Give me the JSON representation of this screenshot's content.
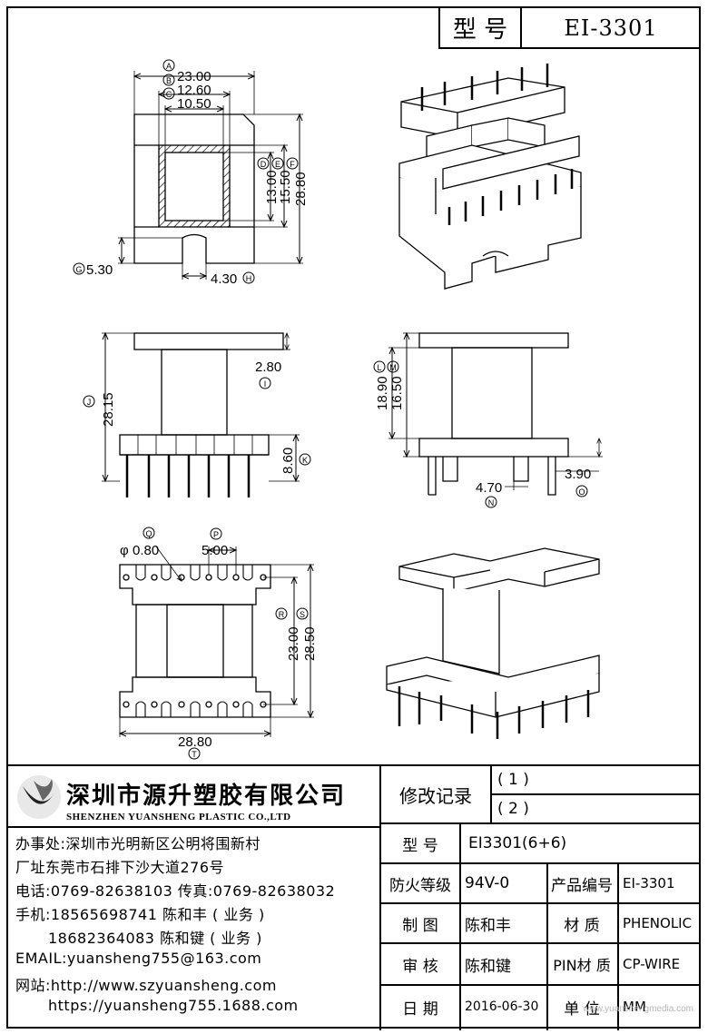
{
  "header": {
    "model_label": "型 号",
    "model_value": "EI-3301"
  },
  "drawing": {
    "top_view": {
      "A_width": "23.00",
      "B_width": "12.60",
      "C_width": "10.50",
      "D_height": "13.00",
      "E_height": "15.50",
      "F_height": "28.80",
      "G_slot_depth": "5.30",
      "H_slot_width": "4.30",
      "markers": {
        "A": "A",
        "B": "B",
        "C": "C",
        "D": "D",
        "E": "E",
        "F": "F",
        "G": "G",
        "H": "H"
      }
    },
    "front_view": {
      "I_flange": "2.80",
      "J_height": "28.15",
      "K_pin_base": "8.60",
      "markers": {
        "I": "I",
        "J": "J",
        "K": "K"
      }
    },
    "side_view": {
      "L_height": "18.90",
      "M_inner": "16.50",
      "N_pin_offset": "4.70",
      "O_pin_offset": "3.90",
      "markers": {
        "L": "L",
        "M": "M",
        "N": "N",
        "O": "O"
      }
    },
    "bottom_view": {
      "Q_pin_dia": "0.80",
      "Q_prefix": "φ",
      "P_pitch": "5.00",
      "R_height": "23.00",
      "S_height": "28.50",
      "T_width": "28.80",
      "markers": {
        "P": "P",
        "Q": "Q",
        "R": "R",
        "S": "S",
        "T": "T"
      }
    }
  },
  "company": {
    "name_cn": "深圳市源升塑胶有限公司",
    "name_en": "SHENZHEN YUANSHENG PLASTIC CO.,LTD",
    "office": "办事处:深圳市光明新区公明将围新村",
    "factory": "厂址东莞市石排下沙大道276号",
    "phone": "电话:0769-82638103 传真:0769-82638032",
    "mobile1": "手机:18565698741 陈和丰 ( 业务 )",
    "mobile2": "18682364083 陈和键 ( 业务 )",
    "email": "EMAIL:yuansheng755@163.com",
    "website": "网站:http://www.szyuansheng.com",
    "website2": "https://yuansheng755.1688.com"
  },
  "table": {
    "revision_label": "修改记录",
    "rev1": "( 1 )",
    "rev2": "( 2 )",
    "model_label": "型 号",
    "model_value": "EI3301(6+6)",
    "fire_label": "防火等级",
    "fire_value": "94V-0",
    "product_no_label": "产品编号",
    "product_no_value": "EI-3301",
    "drawn_label": "制 图",
    "drawn_value": "陈和丰",
    "material_label": "材 质",
    "material_value": "PHENOLIC",
    "review_label": "审 核",
    "review_value": "陈和键",
    "pin_material_label": "PIN材 质",
    "pin_material_value": "CP-WIRE",
    "date_label": "日 期",
    "date_value": "2016-06-30",
    "unit_label": "单 位",
    "unit_value": "MM"
  },
  "watermark": "www.yuanshengmedia.com"
}
